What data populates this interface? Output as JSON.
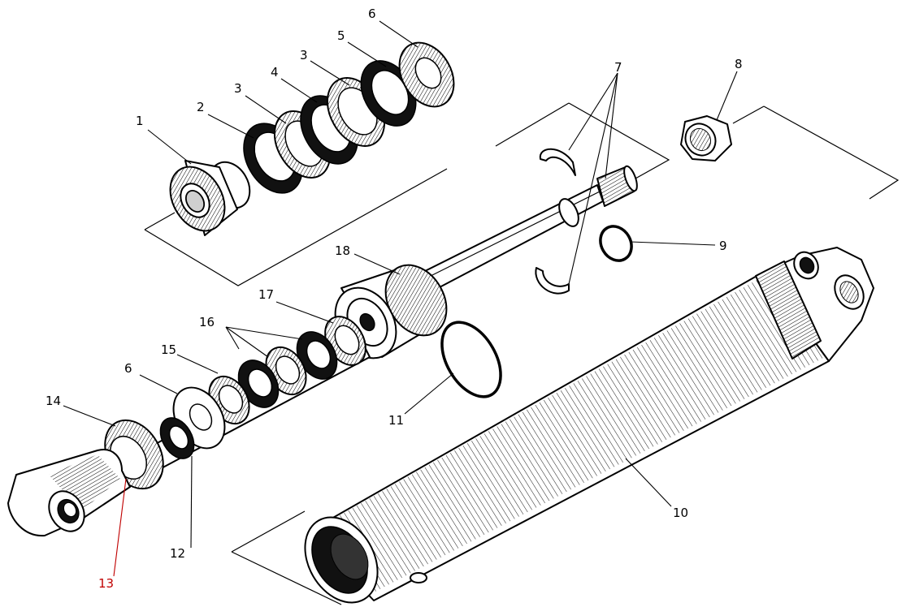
{
  "labels": {
    "l1": "1",
    "l2": "2",
    "l3a": "3",
    "l3b": "3",
    "l4": "4",
    "l5": "5",
    "l6a": "6",
    "l6b": "6",
    "l7": "7",
    "l8": "8",
    "l9": "9",
    "l10": "10",
    "l11": "11",
    "l12": "12",
    "l13": "13",
    "l14": "14",
    "l15": "15",
    "l16": "16",
    "l17": "17",
    "l18": "18"
  },
  "colors": {
    "ink": "#000000",
    "highlight": "#c00000",
    "background": "#ffffff"
  }
}
